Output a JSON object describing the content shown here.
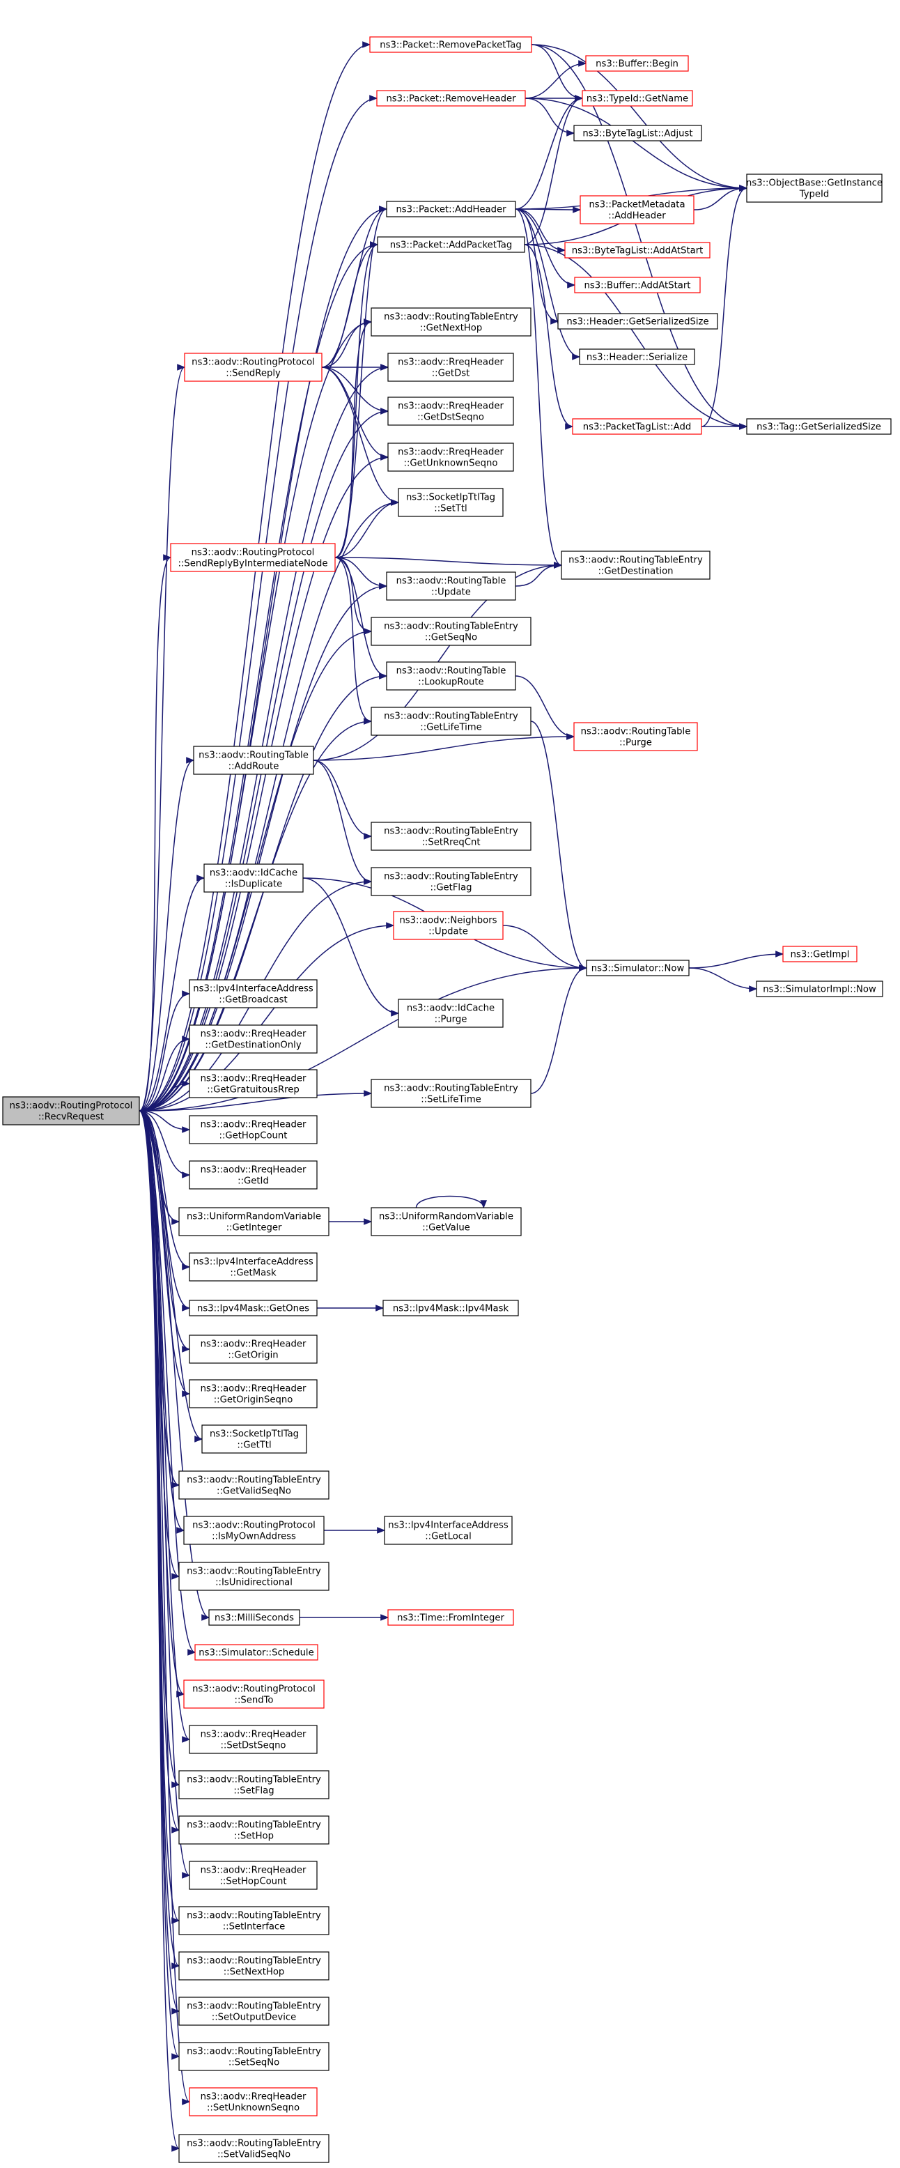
{
  "colors": {
    "edge": "#191970",
    "normal_border": "#000000",
    "truncated_border": "#ff0000",
    "root_fill": "#bfbfbf",
    "node_fill": "#ffffff"
  },
  "diagram": {
    "nodes": [
      {
        "id": "root",
        "lines": [
          "ns3::aodv::RoutingProtocol",
          "::RecvRequest"
        ],
        "style": "root"
      },
      {
        "id": "removePacketTag",
        "lines": [
          "ns3::Packet::RemovePacketTag"
        ],
        "style": "red"
      },
      {
        "id": "removeHeader",
        "lines": [
          "ns3::Packet::RemoveHeader"
        ],
        "style": "red"
      },
      {
        "id": "bufferBegin",
        "lines": [
          "ns3::Buffer::Begin"
        ],
        "style": "red"
      },
      {
        "id": "typeIdGetName",
        "lines": [
          "ns3::TypeId::GetName"
        ],
        "style": "red"
      },
      {
        "id": "byteTagListAdjust",
        "lines": [
          "ns3::ByteTagList::Adjust"
        ],
        "style": "black"
      },
      {
        "id": "addHeader",
        "lines": [
          "ns3::Packet::AddHeader"
        ],
        "style": "black"
      },
      {
        "id": "objectBaseGetInstanceTypeId",
        "lines": [
          "ns3::ObjectBase::GetInstance",
          "TypeId"
        ],
        "style": "black"
      },
      {
        "id": "packetMetadataAddHeader",
        "lines": [
          "ns3::PacketMetadata",
          "::AddHeader"
        ],
        "style": "red"
      },
      {
        "id": "addPacketTag",
        "lines": [
          "ns3::Packet::AddPacketTag"
        ],
        "style": "black"
      },
      {
        "id": "byteTagListAddAtStart",
        "lines": [
          "ns3::ByteTagList::AddAtStart"
        ],
        "style": "red"
      },
      {
        "id": "bufferAddAtStart",
        "lines": [
          "ns3::Buffer::AddAtStart"
        ],
        "style": "red"
      },
      {
        "id": "rteGetNextHop",
        "lines": [
          "ns3::aodv::RoutingTableEntry",
          "::GetNextHop"
        ],
        "style": "black"
      },
      {
        "id": "headerGetSerializedSize",
        "lines": [
          "ns3::Header::GetSerializedSize"
        ],
        "style": "black"
      },
      {
        "id": "sendReply",
        "lines": [
          "ns3::aodv::RoutingProtocol",
          "::SendReply"
        ],
        "style": "red"
      },
      {
        "id": "rreqGetDst",
        "lines": [
          "ns3::aodv::RreqHeader",
          "::GetDst"
        ],
        "style": "black"
      },
      {
        "id": "headerSerialize",
        "lines": [
          "ns3::Header::Serialize"
        ],
        "style": "black"
      },
      {
        "id": "rreqGetDstSeqno",
        "lines": [
          "ns3::aodv::RreqHeader",
          "::GetDstSeqno"
        ],
        "style": "black"
      },
      {
        "id": "packetTagListAdd",
        "lines": [
          "ns3::PacketTagList::Add"
        ],
        "style": "red"
      },
      {
        "id": "tagGetSerializedSize",
        "lines": [
          "ns3::Tag::GetSerializedSize"
        ],
        "style": "black"
      },
      {
        "id": "rreqGetUnknownSeqno",
        "lines": [
          "ns3::aodv::RreqHeader",
          "::GetUnknownSeqno"
        ],
        "style": "black"
      },
      {
        "id": "socketIpTtlTagSetTtl",
        "lines": [
          "ns3::SocketIpTtlTag",
          "::SetTtl"
        ],
        "style": "black"
      },
      {
        "id": "sendReplyByIntermediateNode",
        "lines": [
          "ns3::aodv::RoutingProtocol",
          "::SendReplyByIntermediateNode"
        ],
        "style": "red"
      },
      {
        "id": "rteGetDestination",
        "lines": [
          "ns3::aodv::RoutingTableEntry",
          "::GetDestination"
        ],
        "style": "black"
      },
      {
        "id": "rtUpdate",
        "lines": [
          "ns3::aodv::RoutingTable",
          "::Update"
        ],
        "style": "black"
      },
      {
        "id": "rteGetSeqNo",
        "lines": [
          "ns3::aodv::RoutingTableEntry",
          "::GetSeqNo"
        ],
        "style": "black"
      },
      {
        "id": "rtLookupRoute",
        "lines": [
          "ns3::aodv::RoutingTable",
          "::LookupRoute"
        ],
        "style": "black"
      },
      {
        "id": "rteGetLifeTime",
        "lines": [
          "ns3::aodv::RoutingTableEntry",
          "::GetLifeTime"
        ],
        "style": "black"
      },
      {
        "id": "rtPurge",
        "lines": [
          "ns3::aodv::RoutingTable",
          "::Purge"
        ],
        "style": "red"
      },
      {
        "id": "rtAddRoute",
        "lines": [
          "ns3::aodv::RoutingTable",
          "::AddRoute"
        ],
        "style": "black"
      },
      {
        "id": "rteSetRreqCnt",
        "lines": [
          "ns3::aodv::RoutingTableEntry",
          "::SetRreqCnt"
        ],
        "style": "black"
      },
      {
        "id": "rteGetFlag",
        "lines": [
          "ns3::aodv::RoutingTableEntry",
          "::GetFlag"
        ],
        "style": "black"
      },
      {
        "id": "idCacheIsDuplicate",
        "lines": [
          "ns3::aodv::IdCache",
          "::IsDuplicate"
        ],
        "style": "black"
      },
      {
        "id": "neighborsUpdate",
        "lines": [
          "ns3::aodv::Neighbors",
          "::Update"
        ],
        "style": "red"
      },
      {
        "id": "simulatorNow",
        "lines": [
          "ns3::Simulator::Now"
        ],
        "style": "black"
      },
      {
        "id": "getImpl",
        "lines": [
          "ns3::GetImpl"
        ],
        "style": "red"
      },
      {
        "id": "simulatorImplNow",
        "lines": [
          "ns3::SimulatorImpl::Now"
        ],
        "style": "black"
      },
      {
        "id": "ipv4IfAddrGetBroadcast",
        "lines": [
          "ns3::Ipv4InterfaceAddress",
          "::GetBroadcast"
        ],
        "style": "black"
      },
      {
        "id": "idCachePurge",
        "lines": [
          "ns3::aodv::IdCache",
          "::Purge"
        ],
        "style": "black"
      },
      {
        "id": "rreqGetDestinationOnly",
        "lines": [
          "ns3::aodv::RreqHeader",
          "::GetDestinationOnly"
        ],
        "style": "black"
      },
      {
        "id": "rreqGetGratuitousRrep",
        "lines": [
          "ns3::aodv::RreqHeader",
          "::GetGratuitousRrep"
        ],
        "style": "black"
      },
      {
        "id": "rteSetLifeTime",
        "lines": [
          "ns3::aodv::RoutingTableEntry",
          "::SetLifeTime"
        ],
        "style": "black"
      },
      {
        "id": "rreqGetHopCount",
        "lines": [
          "ns3::aodv::RreqHeader",
          "::GetHopCount"
        ],
        "style": "black"
      },
      {
        "id": "rreqGetId",
        "lines": [
          "ns3::aodv::RreqHeader",
          "::GetId"
        ],
        "style": "black"
      },
      {
        "id": "urvGetInteger",
        "lines": [
          "ns3::UniformRandomVariable",
          "::GetInteger"
        ],
        "style": "black"
      },
      {
        "id": "urvGetValue",
        "lines": [
          "ns3::UniformRandomVariable",
          "::GetValue"
        ],
        "style": "black"
      },
      {
        "id": "ipv4IfAddrGetMask",
        "lines": [
          "ns3::Ipv4InterfaceAddress",
          "::GetMask"
        ],
        "style": "black"
      },
      {
        "id": "ipv4MaskGetOnes",
        "lines": [
          "ns3::Ipv4Mask::GetOnes"
        ],
        "style": "black"
      },
      {
        "id": "ipv4MaskCtor",
        "lines": [
          "ns3::Ipv4Mask::Ipv4Mask"
        ],
        "style": "black"
      },
      {
        "id": "rreqGetOrigin",
        "lines": [
          "ns3::aodv::RreqHeader",
          "::GetOrigin"
        ],
        "style": "black"
      },
      {
        "id": "rreqGetOriginSeqno",
        "lines": [
          "ns3::aodv::RreqHeader",
          "::GetOriginSeqno"
        ],
        "style": "black"
      },
      {
        "id": "socketIpTtlTagGetTtl",
        "lines": [
          "ns3::SocketIpTtlTag",
          "::GetTtl"
        ],
        "style": "black"
      },
      {
        "id": "rteGetValidSeqNo",
        "lines": [
          "ns3::aodv::RoutingTableEntry",
          "::GetValidSeqNo"
        ],
        "style": "black"
      },
      {
        "id": "isMyOwnAddress",
        "lines": [
          "ns3::aodv::RoutingProtocol",
          "::IsMyOwnAddress"
        ],
        "style": "black"
      },
      {
        "id": "ipv4IfAddrGetLocal",
        "lines": [
          "ns3::Ipv4InterfaceAddress",
          "::GetLocal"
        ],
        "style": "black"
      },
      {
        "id": "rteIsUnidirectional",
        "lines": [
          "ns3::aodv::RoutingTableEntry",
          "::IsUnidirectional"
        ],
        "style": "black"
      },
      {
        "id": "milliSeconds",
        "lines": [
          "ns3::MilliSeconds"
        ],
        "style": "black"
      },
      {
        "id": "timeFromInteger",
        "lines": [
          "ns3::Time::FromInteger"
        ],
        "style": "red"
      },
      {
        "id": "simulatorSchedule",
        "lines": [
          "ns3::Simulator::Schedule"
        ],
        "style": "red"
      },
      {
        "id": "sendTo",
        "lines": [
          "ns3::aodv::RoutingProtocol",
          "::SendTo"
        ],
        "style": "red"
      },
      {
        "id": "rreqSetDstSeqno",
        "lines": [
          "ns3::aodv::RreqHeader",
          "::SetDstSeqno"
        ],
        "style": "black"
      },
      {
        "id": "rteSetFlag",
        "lines": [
          "ns3::aodv::RoutingTableEntry",
          "::SetFlag"
        ],
        "style": "black"
      },
      {
        "id": "rteSetHop",
        "lines": [
          "ns3::aodv::RoutingTableEntry",
          "::SetHop"
        ],
        "style": "black"
      },
      {
        "id": "rreqSetHopCount",
        "lines": [
          "ns3::aodv::RreqHeader",
          "::SetHopCount"
        ],
        "style": "black"
      },
      {
        "id": "rteSetInterface",
        "lines": [
          "ns3::aodv::RoutingTableEntry",
          "::SetInterface"
        ],
        "style": "black"
      },
      {
        "id": "rteSetNextHop",
        "lines": [
          "ns3::aodv::RoutingTableEntry",
          "::SetNextHop"
        ],
        "style": "black"
      },
      {
        "id": "rteSetOutputDevice",
        "lines": [
          "ns3::aodv::RoutingTableEntry",
          "::SetOutputDevice"
        ],
        "style": "black"
      },
      {
        "id": "rteSetSeqNo",
        "lines": [
          "ns3::aodv::RoutingTableEntry",
          "::SetSeqNo"
        ],
        "style": "black"
      },
      {
        "id": "rreqSetUnknownSeqno",
        "lines": [
          "ns3::aodv::RreqHeader",
          "::SetUnknownSeqno"
        ],
        "style": "red"
      },
      {
        "id": "rteSetValidSeqNo",
        "lines": [
          "ns3::aodv::RoutingTableEntry",
          "::SetValidSeqNo"
        ],
        "style": "black"
      }
    ],
    "edges": [
      [
        "root",
        "removePacketTag"
      ],
      [
        "root",
        "removeHeader"
      ],
      [
        "root",
        "addHeader"
      ],
      [
        "root",
        "addPacketTag"
      ],
      [
        "root",
        "rteGetNextHop"
      ],
      [
        "root",
        "sendReply"
      ],
      [
        "root",
        "rreqGetDst"
      ],
      [
        "root",
        "rreqGetDstSeqno"
      ],
      [
        "root",
        "rreqGetUnknownSeqno"
      ],
      [
        "root",
        "socketIpTtlTagSetTtl"
      ],
      [
        "root",
        "sendReplyByIntermediateNode"
      ],
      [
        "root",
        "rtUpdate"
      ],
      [
        "root",
        "rteGetSeqNo"
      ],
      [
        "root",
        "rtLookupRoute"
      ],
      [
        "root",
        "rteGetLifeTime"
      ],
      [
        "root",
        "rtAddRoute"
      ],
      [
        "root",
        "rteGetFlag"
      ],
      [
        "root",
        "idCacheIsDuplicate"
      ],
      [
        "root",
        "neighborsUpdate"
      ],
      [
        "root",
        "simulatorNow"
      ],
      [
        "root",
        "ipv4IfAddrGetBroadcast"
      ],
      [
        "root",
        "rreqGetDestinationOnly"
      ],
      [
        "root",
        "rreqGetGratuitousRrep"
      ],
      [
        "root",
        "rteSetLifeTime"
      ],
      [
        "root",
        "rreqGetHopCount"
      ],
      [
        "root",
        "rreqGetId"
      ],
      [
        "root",
        "urvGetInteger"
      ],
      [
        "root",
        "ipv4IfAddrGetMask"
      ],
      [
        "root",
        "ipv4MaskGetOnes"
      ],
      [
        "root",
        "rreqGetOrigin"
      ],
      [
        "root",
        "rreqGetOriginSeqno"
      ],
      [
        "root",
        "socketIpTtlTagGetTtl"
      ],
      [
        "root",
        "rteGetValidSeqNo"
      ],
      [
        "root",
        "isMyOwnAddress"
      ],
      [
        "root",
        "rteIsUnidirectional"
      ],
      [
        "root",
        "milliSeconds"
      ],
      [
        "root",
        "simulatorSchedule"
      ],
      [
        "root",
        "sendTo"
      ],
      [
        "root",
        "rreqSetDstSeqno"
      ],
      [
        "root",
        "rteSetFlag"
      ],
      [
        "root",
        "rteSetHop"
      ],
      [
        "root",
        "rreqSetHopCount"
      ],
      [
        "root",
        "rteSetInterface"
      ],
      [
        "root",
        "rteSetNextHop"
      ],
      [
        "root",
        "rteSetOutputDevice"
      ],
      [
        "root",
        "rteSetSeqNo"
      ],
      [
        "root",
        "rreqSetUnknownSeqno"
      ],
      [
        "root",
        "rteSetValidSeqNo"
      ],
      [
        "removePacketTag",
        "typeIdGetName"
      ],
      [
        "removePacketTag",
        "objectBaseGetInstanceTypeId"
      ],
      [
        "removePacketTag",
        "tagGetSerializedSize"
      ],
      [
        "removeHeader",
        "bufferBegin"
      ],
      [
        "removeHeader",
        "typeIdGetName"
      ],
      [
        "removeHeader",
        "byteTagListAdjust"
      ],
      [
        "removeHeader",
        "objectBaseGetInstanceTypeId"
      ],
      [
        "addHeader",
        "typeIdGetName"
      ],
      [
        "addHeader",
        "objectBaseGetInstanceTypeId"
      ],
      [
        "addHeader",
        "packetMetadataAddHeader"
      ],
      [
        "addHeader",
        "byteTagListAddAtStart"
      ],
      [
        "addHeader",
        "bufferAddAtStart"
      ],
      [
        "addHeader",
        "headerGetSerializedSize"
      ],
      [
        "addHeader",
        "headerSerialize"
      ],
      [
        "addHeader",
        "rteGetDestination"
      ],
      [
        "packetMetadataAddHeader",
        "objectBaseGetInstanceTypeId"
      ],
      [
        "addPacketTag",
        "typeIdGetName"
      ],
      [
        "addPacketTag",
        "packetTagListAdd"
      ],
      [
        "addPacketTag",
        "tagGetSerializedSize"
      ],
      [
        "addPacketTag",
        "objectBaseGetInstanceTypeId"
      ],
      [
        "packetTagListAdd",
        "tagGetSerializedSize"
      ],
      [
        "packetTagListAdd",
        "objectBaseGetInstanceTypeId"
      ],
      [
        "sendReply",
        "addHeader"
      ],
      [
        "sendReply",
        "addPacketTag"
      ],
      [
        "sendReply",
        "rteGetNextHop"
      ],
      [
        "sendReply",
        "rreqGetDst"
      ],
      [
        "sendReply",
        "rreqGetDstSeqno"
      ],
      [
        "sendReply",
        "rreqGetUnknownSeqno"
      ],
      [
        "sendReply",
        "socketIpTtlTagSetTtl"
      ],
      [
        "sendReplyByIntermediateNode",
        "addHeader"
      ],
      [
        "sendReplyByIntermediateNode",
        "addPacketTag"
      ],
      [
        "sendReplyByIntermediateNode",
        "rteGetNextHop"
      ],
      [
        "sendReplyByIntermediateNode",
        "socketIpTtlTagSetTtl"
      ],
      [
        "sendReplyByIntermediateNode",
        "rteGetDestination"
      ],
      [
        "sendReplyByIntermediateNode",
        "rtUpdate"
      ],
      [
        "sendReplyByIntermediateNode",
        "rteGetSeqNo"
      ],
      [
        "sendReplyByIntermediateNode",
        "rtLookupRoute"
      ],
      [
        "sendReplyByIntermediateNode",
        "rteGetLifeTime"
      ],
      [
        "rtUpdate",
        "rteGetDestination"
      ],
      [
        "rtLookupRoute",
        "rtPurge"
      ],
      [
        "rteGetLifeTime",
        "simulatorNow"
      ],
      [
        "rtAddRoute",
        "rteGetDestination"
      ],
      [
        "rtAddRoute",
        "rtPurge"
      ],
      [
        "rtAddRoute",
        "rteSetRreqCnt"
      ],
      [
        "rtAddRoute",
        "rteGetFlag"
      ],
      [
        "idCacheIsDuplicate",
        "simulatorNow"
      ],
      [
        "idCacheIsDuplicate",
        "idCachePurge"
      ],
      [
        "neighborsUpdate",
        "simulatorNow"
      ],
      [
        "simulatorNow",
        "getImpl"
      ],
      [
        "simulatorNow",
        "simulatorImplNow"
      ],
      [
        "rteSetLifeTime",
        "simulatorNow"
      ],
      [
        "urvGetInteger",
        "urvGetValue"
      ],
      [
        "urvGetValue",
        "urvGetValue"
      ],
      [
        "ipv4MaskGetOnes",
        "ipv4MaskCtor"
      ],
      [
        "isMyOwnAddress",
        "ipv4IfAddrGetLocal"
      ],
      [
        "milliSeconds",
        "timeFromInteger"
      ]
    ]
  }
}
